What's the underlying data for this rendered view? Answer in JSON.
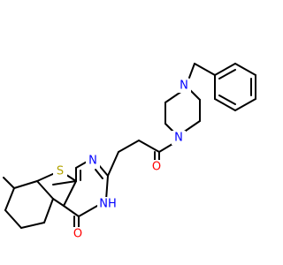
{
  "colors": {
    "carbon_bond": "#000000",
    "nitrogen": "#0000ff",
    "oxygen": "#ff0000",
    "sulfur": "#b2a300",
    "hydrogen_label": "#0000ff"
  },
  "labels": {
    "n_piperazine_top": "N",
    "n_piperazine_bottom": "N",
    "o_carbonyl": "O",
    "n_pyrimidine": "N",
    "s_thiophene": "S",
    "nh_pyrimidine": "NH",
    "o_ketone": "O"
  }
}
